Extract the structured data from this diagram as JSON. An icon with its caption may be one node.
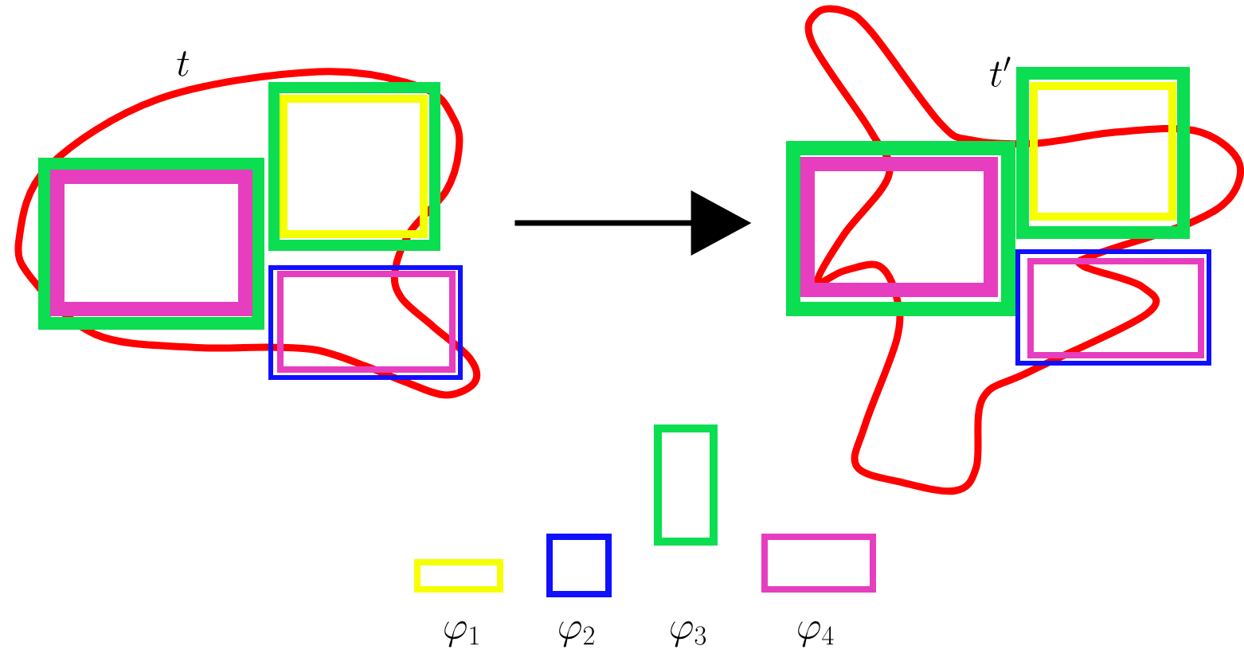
{
  "diagram": {
    "nodes": [
      {
        "text": [
          "t"
        ]
      },
      {
        "text": [
          "t'"
        ]
      }
    ],
    "edges": [
      {
        "from": 0,
        "to": 1,
        "arrow": "to"
      }
    ],
    "legend": [
      {
        "text": "\\varphi_1",
        "color": "#f5ff00"
      },
      {
        "text": "\\varphi_2",
        "color": "#1010ff"
      },
      {
        "text": "\\varphi_3",
        "color": "#0bde50"
      },
      {
        "text": "\\varphi_4",
        "color": "#e63ebe"
      }
    ]
  }
}
